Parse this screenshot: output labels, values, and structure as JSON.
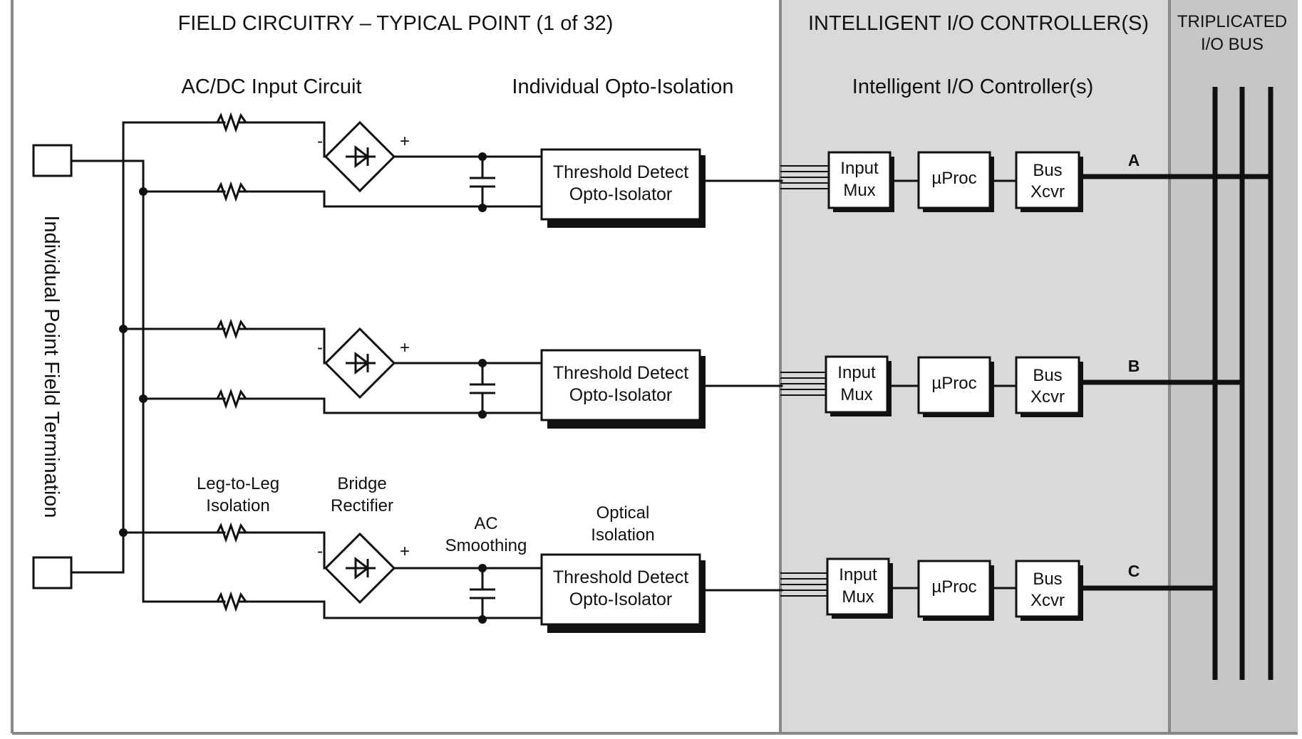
{
  "colors": {
    "field_bg": "#ffffff",
    "controller_bg": "#d9d9d9",
    "bus_bg": "#c6c6c6",
    "divider": "#888888",
    "line": "#111111"
  },
  "sections": {
    "field": "FIELD CIRCUITRY – TYPICAL POINT (1 of 32)",
    "controller": "INTELLIGENT I/O CONTROLLER(S)",
    "bus_line1": "TRIPLICATED",
    "bus_line2": "I/O BUS"
  },
  "subheaders": {
    "input_circuit": "AC/DC Input Circuit",
    "opto": "Individual Opto-Isolation",
    "controllers": "Intelligent I/O Controller(s)"
  },
  "field_termination": "Individual Point Field Termination",
  "annotations": {
    "leg1": "Leg-to-Leg",
    "leg2": "Isolation",
    "bridge1": "Bridge",
    "bridge2": "Rectifier",
    "ac1": "AC",
    "ac2": "Smoothing",
    "opt1": "Optical",
    "opt2": "Isolation"
  },
  "polarity": {
    "minus": "-",
    "plus": "+"
  },
  "channels": [
    {
      "detect1": "Threshold Detect",
      "detect2": "Opto-Isolator",
      "mux1": "Input",
      "mux2": "Mux",
      "proc": "µProc",
      "xcvr1": "Bus",
      "xcvr2": "Xcvr",
      "bus": "A"
    },
    {
      "detect1": "Threshold Detect",
      "detect2": "Opto-Isolator",
      "mux1": "Input",
      "mux2": "Mux",
      "proc": "µProc",
      "xcvr1": "Bus",
      "xcvr2": "Xcvr",
      "bus": "B"
    },
    {
      "detect1": "Threshold Detect",
      "detect2": "Opto-Isolator",
      "mux1": "Input",
      "mux2": "Mux",
      "proc": "µProc",
      "xcvr1": "Bus",
      "xcvr2": "Xcvr",
      "bus": "C"
    }
  ]
}
